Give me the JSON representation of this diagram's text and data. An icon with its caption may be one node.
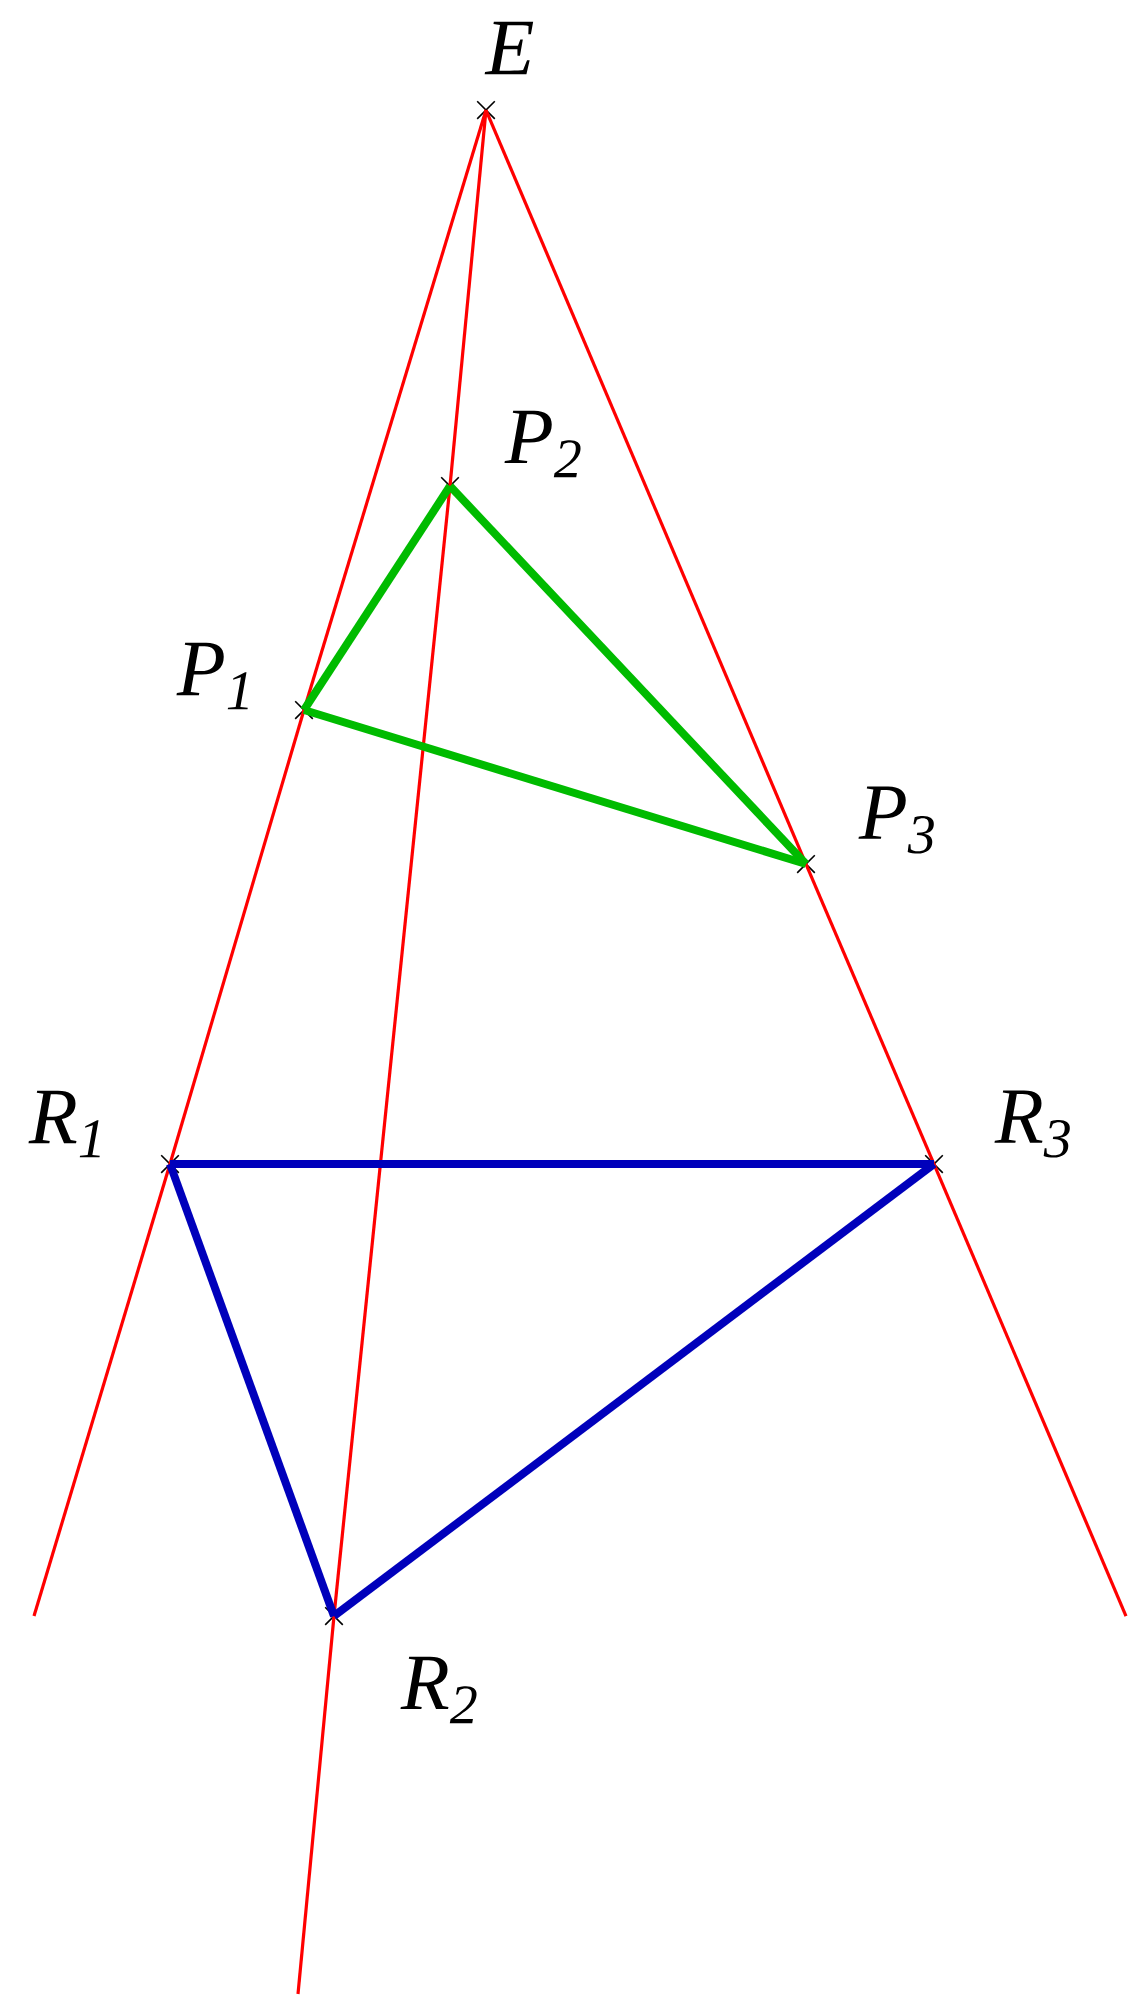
{
  "diagram": {
    "nodes": [
      {
        "text": [],
        "shape": "cross",
        "beside": [
          "E"
        ]
      },
      {
        "text": [],
        "shape": "cross",
        "beside": [
          "P$_{1}$"
        ]
      },
      {
        "text": [],
        "shape": "cross",
        "beside": [
          "P$_{2}$"
        ]
      },
      {
        "text": [],
        "shape": "cross",
        "beside": [
          "P$_{3}$"
        ]
      },
      {
        "text": [],
        "shape": "cross",
        "beside": [
          "R$_{1}$"
        ]
      },
      {
        "text": [],
        "shape": "cross",
        "beside": [
          "R$_{2}$"
        ]
      },
      {
        "text": [],
        "shape": "cross",
        "beside": [
          "R$_{3}$"
        ]
      }
    ],
    "edges": [
      {
        "from": 0,
        "to": 1,
        "arrow": "none"
      },
      {
        "from": 1,
        "to": 4,
        "arrow": "none"
      },
      {
        "from": 4,
        "to": null,
        "arrow": "none"
      },
      {
        "from": 0,
        "to": 2,
        "arrow": "none"
      },
      {
        "from": 2,
        "to": 5,
        "arrow": "none"
      },
      {
        "from": 5,
        "to": null,
        "arrow": "none"
      },
      {
        "from": 0,
        "to": 3,
        "arrow": "none"
      },
      {
        "from": 3,
        "to": 6,
        "arrow": "none"
      },
      {
        "from": 6,
        "to": null,
        "arrow": "none"
      },
      {
        "from": 1,
        "to": 2,
        "arrow": "none",
        "style": "thick",
        "color": "#00bb00"
      },
      {
        "from": 2,
        "to": 3,
        "arrow": "none",
        "style": "thick",
        "color": "#00bb00"
      },
      {
        "from": 3,
        "to": 1,
        "arrow": "none",
        "style": "thick",
        "color": "#00bb00"
      },
      {
        "from": 4,
        "to": 6,
        "arrow": "none",
        "style": "thick",
        "color": "#0000bb"
      },
      {
        "from": 4,
        "to": 5,
        "arrow": "none",
        "style": "thick",
        "color": "#0000bb"
      },
      {
        "from": 5,
        "to": 6,
        "arrow": "none",
        "style": "thick",
        "color": "#0000bb"
      }
    ]
  }
}
